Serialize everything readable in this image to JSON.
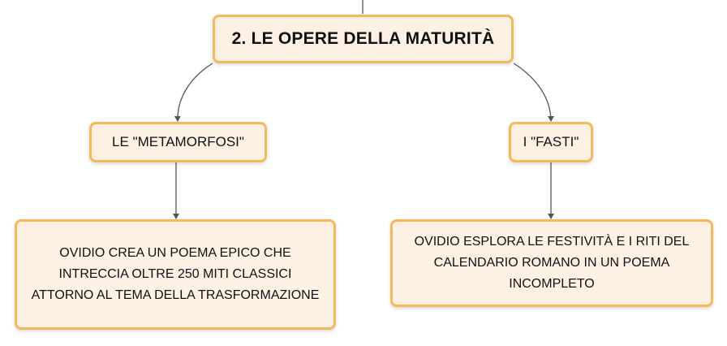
{
  "root": {
    "title": "2. LE OPERE DELLA MATURITÀ"
  },
  "branches": [
    {
      "label": "LE \"METAMORFOSI\"",
      "description": "OVIDIO CREA UN POEMA EPICO CHE INTRECCIA OLTRE 250 MITI CLASSICI ATTORNO AL TEMA DELLA TRASFORMAZIONE"
    },
    {
      "label": "I \"FASTI\"",
      "description": "OVIDIO ESPLORA LE FESTIVITÀ E I RITI DEL CALENDARIO ROMANO IN UN POEMA INCOMPLETO"
    }
  ],
  "colors": {
    "node_fill": "#fdf1e4",
    "node_border": "#f5b85c",
    "connector": "#555555"
  }
}
